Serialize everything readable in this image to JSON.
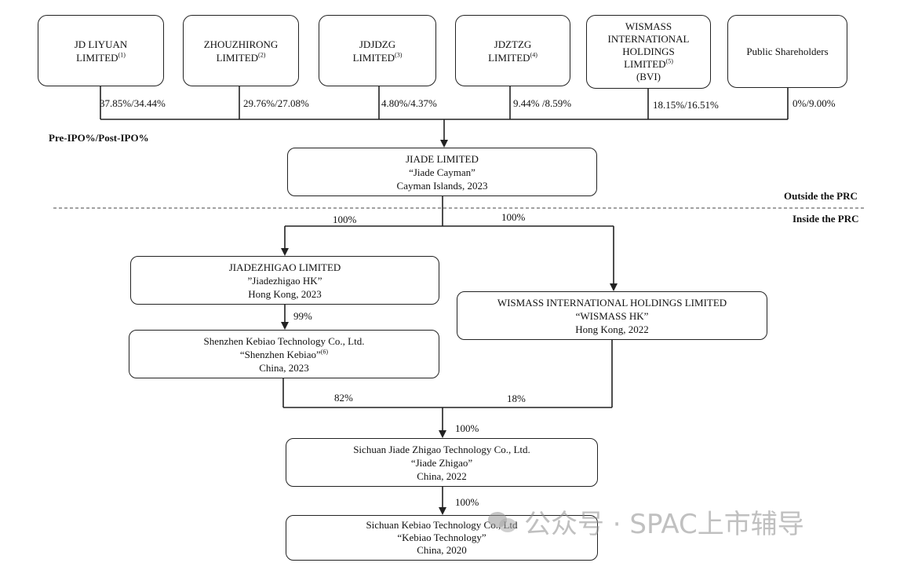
{
  "shareholders": [
    {
      "name_lines": [
        "JD LIYUAN",
        "LIMITED"
      ],
      "note": "(1)",
      "pct": "37.85%/34.44%"
    },
    {
      "name_lines": [
        "ZHOUZHIRONG",
        "LIMITED"
      ],
      "note": "(2)",
      "pct": "29.76%/27.08%"
    },
    {
      "name_lines": [
        "JDJDZG",
        "LIMITED"
      ],
      "note": "(3)",
      "pct": "4.80%/4.37%"
    },
    {
      "name_lines": [
        "JDZTZG",
        "LIMITED"
      ],
      "note": "(4)",
      "pct": "9.44% /8.59%"
    },
    {
      "name_lines": [
        "WISMASS",
        "INTERNATIONAL",
        "HOLDINGS",
        "LIMITED",
        "(BVI)"
      ],
      "note": "(5)",
      "pct": "18.15%/16.51%"
    },
    {
      "name_lines": [
        "Public Shareholders"
      ],
      "note": "",
      "pct": "0%/9.00%"
    }
  ],
  "legend": {
    "pre_post": "Pre-IPO%/Post-IPO%"
  },
  "regions": {
    "outside": "Outside the PRC",
    "inside": "Inside the PRC"
  },
  "entities": {
    "cayman": {
      "l1": "JIADE LIMITED",
      "l2": "“Jiade Cayman”",
      "l3": "Cayman Islands, 2023"
    },
    "hk": {
      "l1": "JIADEZHIGAO LIMITED",
      "l2": "”Jiadezhigao HK”",
      "l3": "Hong Kong, 2023"
    },
    "wismass_hk": {
      "l1": "WISMASS INTERNATIONAL HOLDINGS LIMITED",
      "l2": "“WISMASS HK”",
      "l3": "Hong Kong, 2022"
    },
    "shenzhen": {
      "l1": "Shenzhen Kebiao Technology Co., Ltd.",
      "l2": "“Shenzhen Kebiao”",
      "note": "(6)",
      "l3": "China, 2023"
    },
    "sichuan_jiade": {
      "l1": "Sichuan Jiade Zhigao Technology Co., Ltd.",
      "l2": "“Jiade Zhigao”",
      "l3": "China, 2022"
    },
    "sichuan_kebiao": {
      "l1": "Sichuan Kebiao Technology Co., Ltd",
      "l2": "“Kebiao Technology”",
      "l3": "China, 2020"
    }
  },
  "ownership": {
    "cayman_to_hk": "100%",
    "cayman_to_wismass": "100%",
    "hk_to_shenzhen": "99%",
    "shenzhen_to_sichuan": "82%",
    "wismass_to_sichuan": "18%",
    "combined_to_sichuan": "100%",
    "sichuan_to_kebiao": "100%"
  },
  "watermark": {
    "text": "公众号 · SPAC上市辅导",
    "icon": "wechat-icon"
  }
}
